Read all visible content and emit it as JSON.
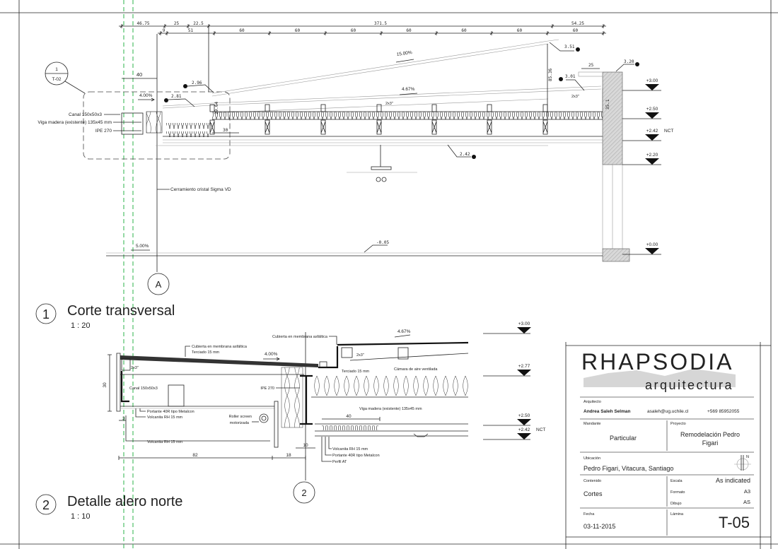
{
  "sheet": {
    "logo": {
      "name": "RHAPSODIA",
      "sub": "arquitectura"
    },
    "arquitecto_label": "Arquitecto",
    "arquitecto_name": "Andrea Saleh Selman",
    "arquitecto_email": "asaleh@ug.uchile.cl",
    "arquitecto_phone": "+569 85952055",
    "mandante_label": "Mandante",
    "mandante": "Particular",
    "proyecto_label": "Proyecto",
    "proyecto_line1": "Remodelación Pedro",
    "proyecto_line2": "Figari",
    "ubicacion_label": "Ubicación",
    "ubicacion": "Pedro Figari, Vitacura, Santiago",
    "north": "N",
    "contenido_label": "Contenido",
    "contenido": "Cortes",
    "escala_label": "Escala",
    "escala": "As indicated",
    "formato_label": "Formato",
    "formato": "A3",
    "dibujo_label": "Dibujo",
    "dibujo": "AS",
    "fecha_label": "Fecha",
    "fecha": "03-11-2015",
    "lamina_label": "Lámina",
    "lamina": "T-05"
  },
  "section1": {
    "number": "1",
    "title": "Corte transversal",
    "scale": "1 : 20",
    "callout_top": "1",
    "callout_bottom": "T-02",
    "axis": "A",
    "dims_top": [
      "46.75",
      "25",
      "22.5",
      "371.5",
      "54.25"
    ],
    "dims_second": [
      "9",
      "51",
      "60",
      "60",
      "60",
      "60",
      "60",
      "60",
      "60"
    ],
    "dim_40": "40",
    "dim_30": "30",
    "dim_2964": "29.64",
    "dim_8536": "85.36",
    "dim_351": "35.1",
    "dim_25": "25",
    "slopes": {
      "s1": "4.00%",
      "s2": "15.00%",
      "s3": "4.67%",
      "s4": "5.00%"
    },
    "timber": "2x3\"",
    "timber2": "2x3\"",
    "spot_levels": {
      "a": "2.96",
      "b": "2.81",
      "c": "3.51",
      "d": "3.01",
      "e": "3.20",
      "f": "2.42",
      "g": "-0.05"
    },
    "labels": {
      "canal": "Canal 150x50x3",
      "viga": "Viga madera (existente) 135x45 mm",
      "ipe": "IPE 270",
      "cerramiento": "Cerramiento cristal Sigma VD"
    },
    "levels": [
      {
        "value": "+3.00",
        "tag": ""
      },
      {
        "value": "+2.50",
        "tag": ""
      },
      {
        "value": "+2.42",
        "tag": "NCT"
      },
      {
        "value": "+2.20",
        "tag": ""
      },
      {
        "value": "+0.00",
        "tag": ""
      }
    ]
  },
  "section2": {
    "number": "2",
    "title": "Detalle alero norte",
    "scale": "1 : 10",
    "axis": "2",
    "labels": {
      "cubierta_top": "Cubierta en membrana asfáltica",
      "cubierta": "Cubierta en membrana asfáltica",
      "terciado": "Terciado 15 mm",
      "terciado2": "Terciado 15 mm",
      "slope1": "4.00%",
      "slope2": "4.67%",
      "timber1": "2x3\"",
      "timber2": "2x3\"",
      "canal": "Canal 150x50x3",
      "ipe": "IPE 270",
      "portante1": "Portante 40R tipo Metalcon",
      "volcanita1": "Volcanita RH 15 mm",
      "volcanita2": "Volcanita RH 15 mm",
      "roller1": "Roller screen",
      "roller2": "motorizada",
      "camara": "Cámara de aire ventilada",
      "viga": "Viga madera (existente) 135x45 mm",
      "volcanita3": "Volcanita RH 15 mm",
      "portante2": "Portante 40R tipo Metalcon",
      "perfil": "Perfil AT"
    },
    "dims": {
      "h": "30",
      "d3": "3",
      "d82": "82",
      "d18": "18",
      "d10": "10",
      "d40": "40"
    },
    "levels": [
      {
        "value": "+3.00",
        "tag": ""
      },
      {
        "value": "+2.77",
        "tag": ""
      },
      {
        "value": "+2.50",
        "tag": ""
      },
      {
        "value": "+2.42",
        "tag": "NCT"
      }
    ]
  }
}
